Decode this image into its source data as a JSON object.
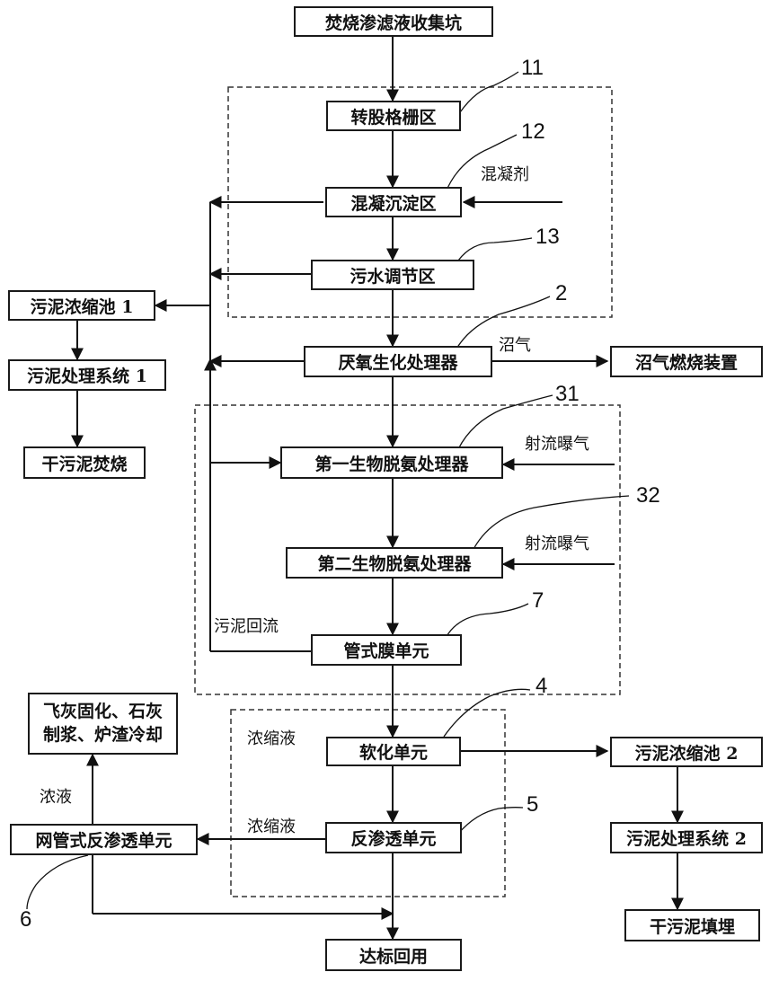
{
  "boxes": {
    "collection_pit": "焚烧渗滤液收集坑",
    "rotary_grid": "转股格栅区",
    "coag_settle": "混凝沉淀区",
    "sewage_adjust": "污水调节区",
    "anaerobic": "厌氧生化处理器",
    "biogas_burner": "沼气燃烧装置",
    "denitr1": "第一生物脱氨处理器",
    "denitr2": "第二生物脱氨处理器",
    "tube_membrane": "管式膜单元",
    "softening": "软化单元",
    "reverse_osmosis": "反渗透单元",
    "disc_tube_ro": "网管式反渗透单元",
    "reuse": "达标回用",
    "sludge_thick1": "污泥浓缩池 1",
    "sludge_sys1": "污泥处理系统 1",
    "dry_sludge_burn": "干污泥焚烧",
    "flyash_line1": "飞灰固化、石灰",
    "flyash_line2": "制浆、炉渣冷却",
    "sludge_thick2": "污泥浓缩池 2",
    "sludge_sys2": "污泥处理系统 2",
    "dry_sludge_landfill": "干污泥填埋"
  },
  "labels": {
    "coagulant": "混凝剂",
    "biogas": "沼气",
    "jet_aeration1": "射流曝气",
    "jet_aeration2": "射流曝气",
    "sludge_return": "污泥回流",
    "concentrate1": "浓缩液",
    "concentrate2": "浓缩液",
    "concentrate_liquid": "浓液"
  },
  "numbers": {
    "n11": "11",
    "n12": "12",
    "n13": "13",
    "n2": "2",
    "n31": "31",
    "n32": "32",
    "n7": "7",
    "n4": "4",
    "n5": "5",
    "n6": "6"
  }
}
